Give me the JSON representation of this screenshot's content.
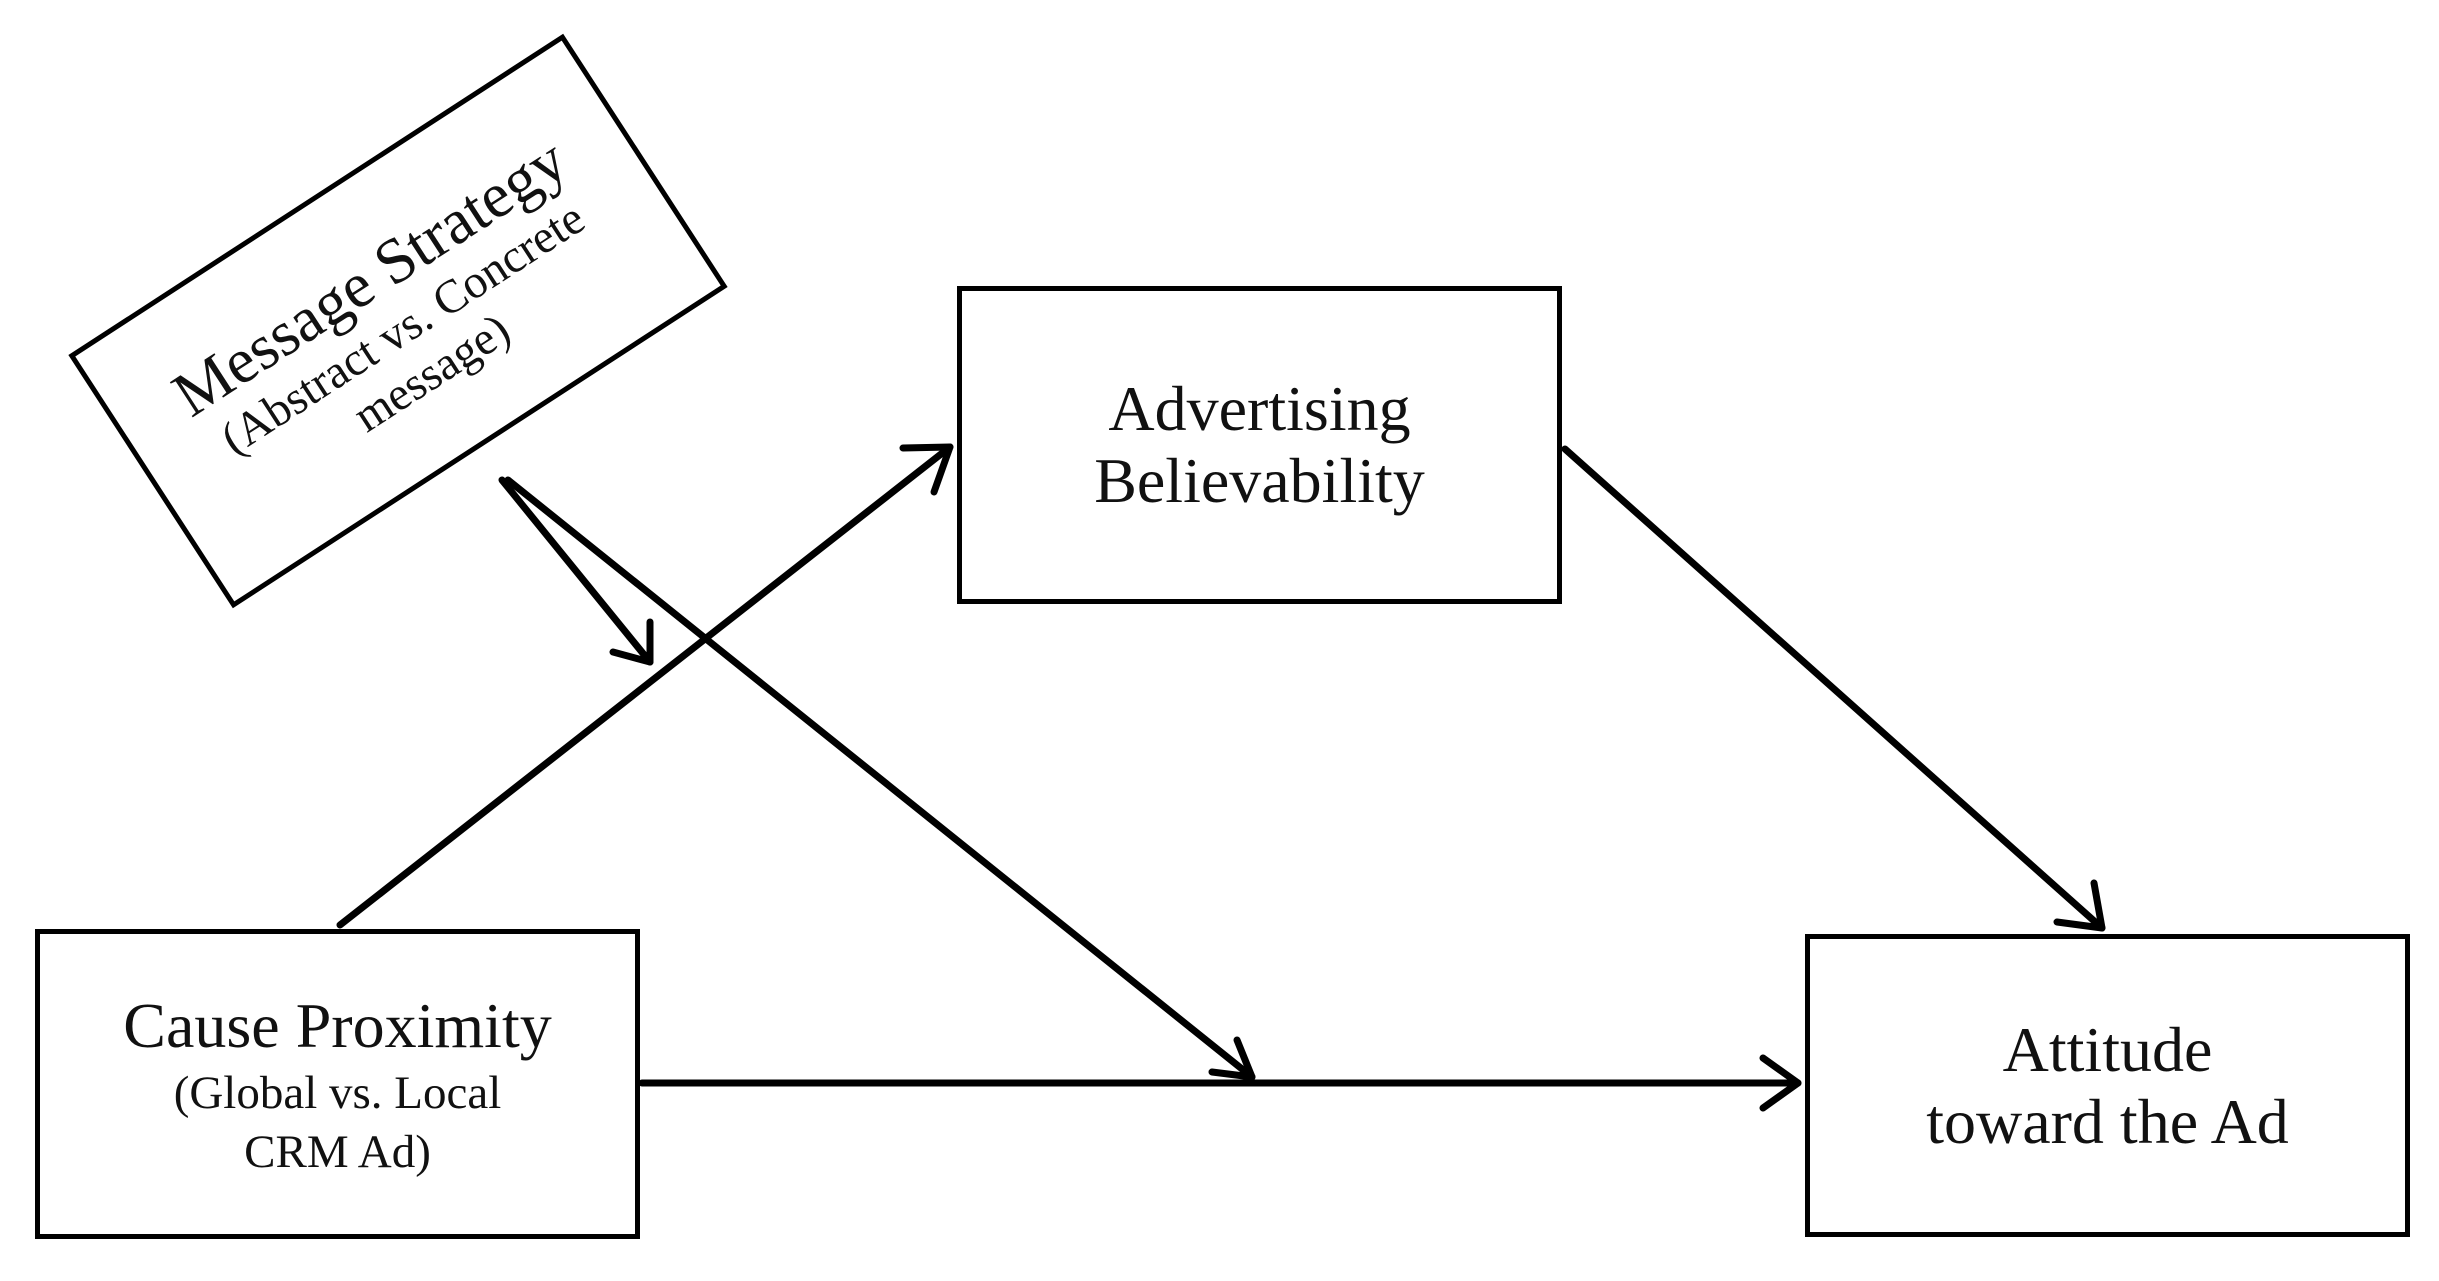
{
  "nodes": {
    "message_strategy": {
      "title": "Message Strategy",
      "line2": "(Abstract vs. Concrete",
      "line3": "message)"
    },
    "advertising_believability": {
      "line1": "Advertising",
      "line2": "Believability"
    },
    "cause_proximity": {
      "title": "Cause Proximity",
      "line2": "(Global vs. Local",
      "line3": "CRM Ad)"
    },
    "attitude_toward_ad": {
      "line1": "Attitude",
      "line2": "toward the Ad"
    }
  },
  "edges": [
    {
      "from": "Cause Proximity",
      "to": "Advertising Believability"
    },
    {
      "from": "Advertising Believability",
      "to": "Attitude toward the Ad"
    },
    {
      "from": "Cause Proximity",
      "to": "Attitude toward the Ad"
    },
    {
      "from": "Message Strategy",
      "to": "Cause Proximity → Advertising Believability path (moderation)"
    },
    {
      "from": "Message Strategy",
      "to": "Cause Proximity → Attitude toward the Ad path (moderation)"
    }
  ],
  "colors": {
    "stroke": "#000000",
    "text": "#111111",
    "background": "#ffffff"
  }
}
